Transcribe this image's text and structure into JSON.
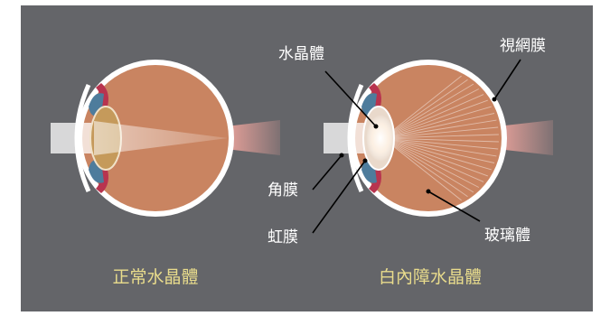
{
  "labels": {
    "lens": "水晶體",
    "retina": "視網膜",
    "cornea": "角膜",
    "iris": "虹膜",
    "vitreous": "玻璃體",
    "normal_caption": "正常水晶體",
    "cataract_caption": "白內障水晶體"
  },
  "colors": {
    "background": "#646569",
    "eyeball": "#c98461",
    "sclera": "#ffffff",
    "iris": "#b8344f",
    "ciliary": "#4e7c9c",
    "optic_nerve": "#e7a19a",
    "caption_text": "#e9dc8c",
    "label_text": "#ffffff"
  }
}
